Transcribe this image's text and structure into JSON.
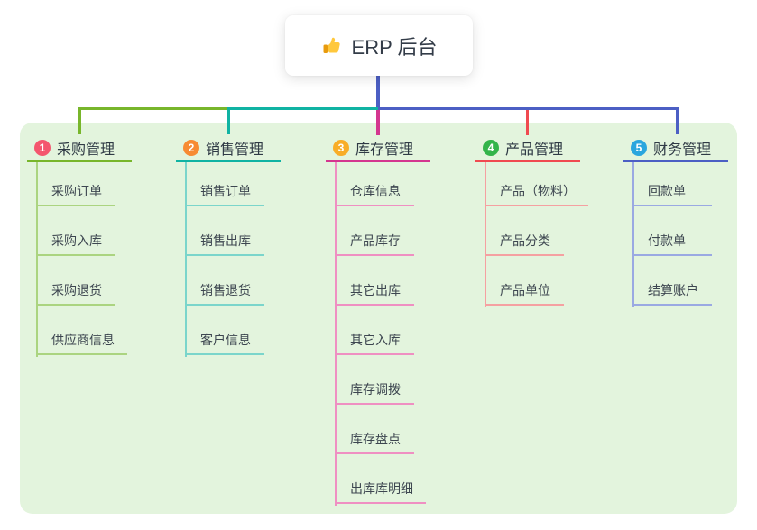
{
  "root": {
    "title": "ERP 后台",
    "icon": "thumbs-up-icon"
  },
  "panel": {
    "background": "#E3F4DD"
  },
  "connector": {
    "trunk_color": "#4C5FC4"
  },
  "branches": [
    {
      "badge": "1",
      "title": "采购管理",
      "line_color": "#78B62B",
      "sub_line_color": "#ABD480",
      "badge_color": "#F4566E",
      "children": [
        "采购订单",
        "采购入库",
        "采购退货",
        "供应商信息"
      ]
    },
    {
      "badge": "2",
      "title": "销售管理",
      "line_color": "#10B3A3",
      "sub_line_color": "#7BD5CB",
      "badge_color": "#F78B33",
      "children": [
        "销售订单",
        "销售出库",
        "销售退货",
        "客户信息"
      ]
    },
    {
      "badge": "3",
      "title": "库存管理",
      "line_color": "#D4368F",
      "sub_line_color": "#EF8FC2",
      "badge_color": "#F8AD27",
      "children": [
        "仓库信息",
        "产品库存",
        "其它出库",
        "其它入库",
        "库存调拨",
        "库存盘点",
        "出库库明细"
      ]
    },
    {
      "badge": "4",
      "title": "产品管理",
      "line_color": "#F04A50",
      "sub_line_color": "#F5A0A1",
      "badge_color": "#33B44A",
      "children": [
        "产品（物料）",
        "产品分类",
        "产品单位"
      ]
    },
    {
      "badge": "5",
      "title": "财务管理",
      "line_color": "#4C5FC4",
      "sub_line_color": "#9AA9E2",
      "badge_color": "#2AA6DE",
      "children": [
        "回款单",
        "付款单",
        "结算账户"
      ]
    }
  ]
}
